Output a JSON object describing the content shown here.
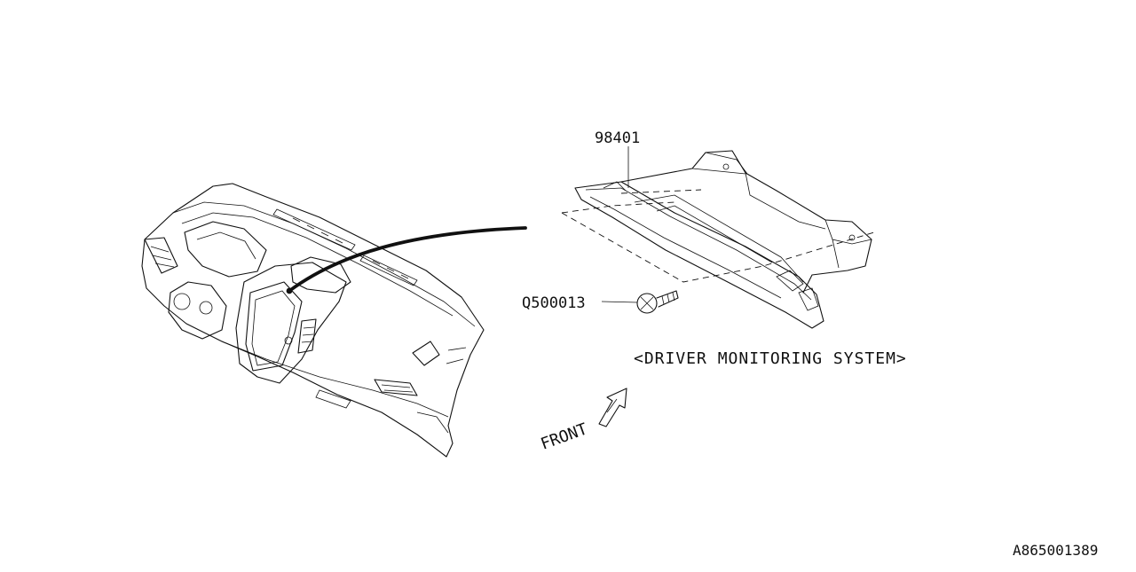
{
  "parts": {
    "monitor_unit": {
      "number": "98401"
    },
    "screw": {
      "number": "Q500013"
    }
  },
  "caption": "<DRIVER MONITORING SYSTEM>",
  "direction_label": "FRONT",
  "diagram_id": "A865001389"
}
